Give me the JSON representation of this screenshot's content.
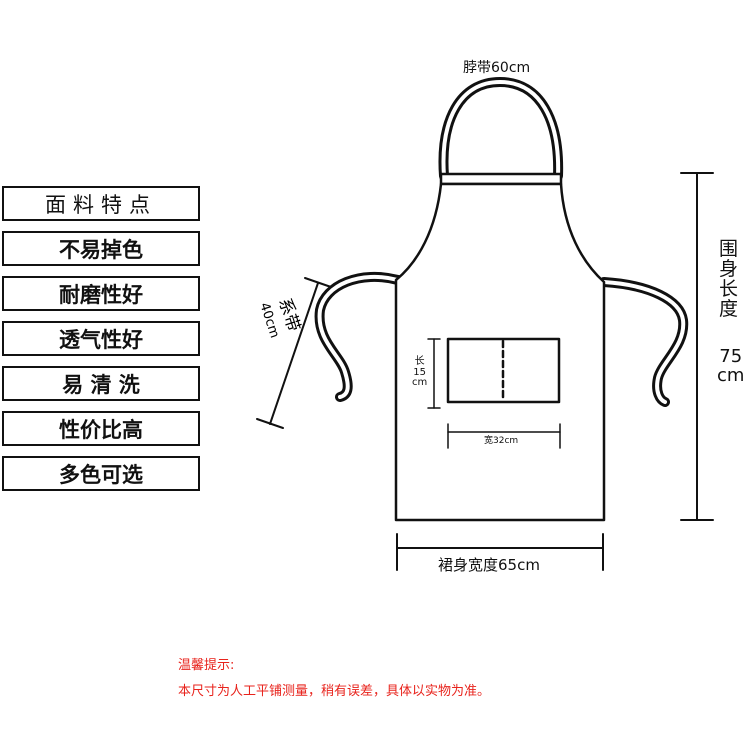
{
  "features": {
    "header": "面料特点",
    "items": [
      "不易掉色",
      "耐磨性好",
      "透气性好",
      "易 清 洗",
      "性价比高",
      "多色可选"
    ]
  },
  "diagram": {
    "neck_label": "脖带60cm",
    "tie_title": "系带",
    "tie_size": "40cm",
    "length_label": "围身长度",
    "length_value": "75cm",
    "pocket_height_label": "长15cm",
    "pocket_width_label": "宽32cm",
    "skirt_width_label": "裙身宽度65cm"
  },
  "notice": {
    "title": "温馨提示:",
    "text": "本尺寸为人工平铺测量，稍有误差，具体以实物为准。"
  },
  "colors": {
    "line": "#111111",
    "notice": "#e8231c"
  }
}
